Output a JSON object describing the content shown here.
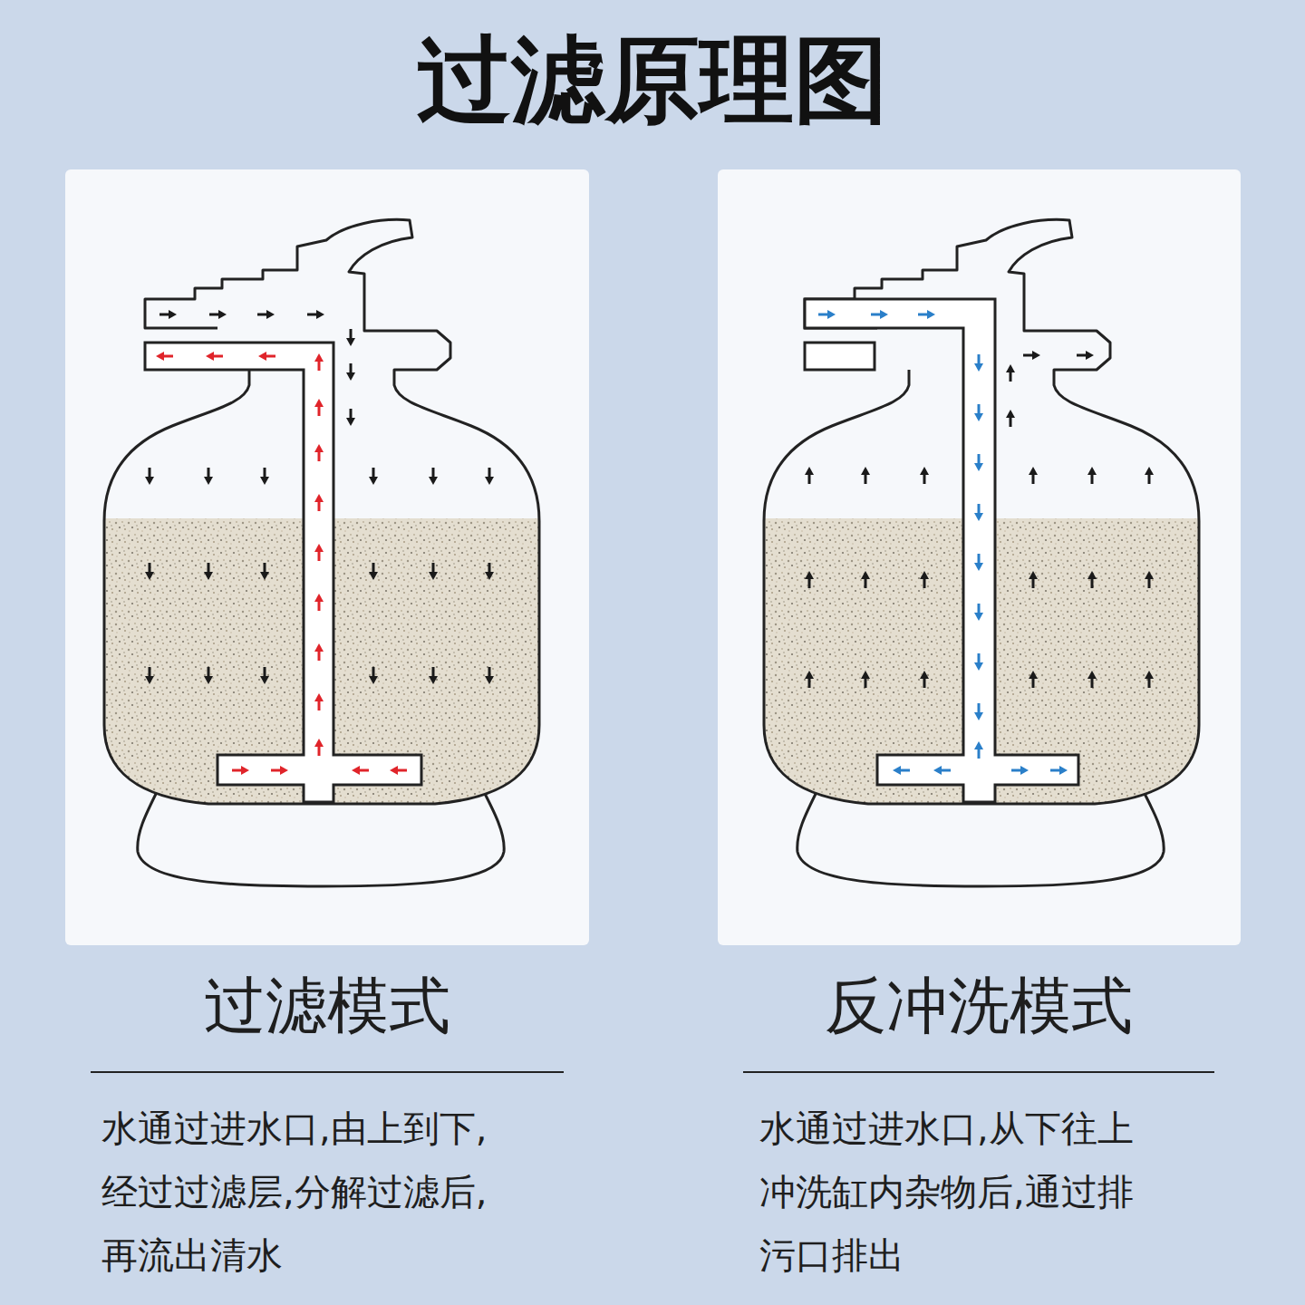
{
  "diagram": {
    "title": "过滤原理图",
    "labels": [
      "过滤模式",
      "水通过进水口,由上到下, 经过过滤层,分解过滤后, 再流出清水",
      "反冲洗模式",
      "水通过进水口,从下往上 冲洗缸内杂物后,通过排 污口排出"
    ]
  }
}
